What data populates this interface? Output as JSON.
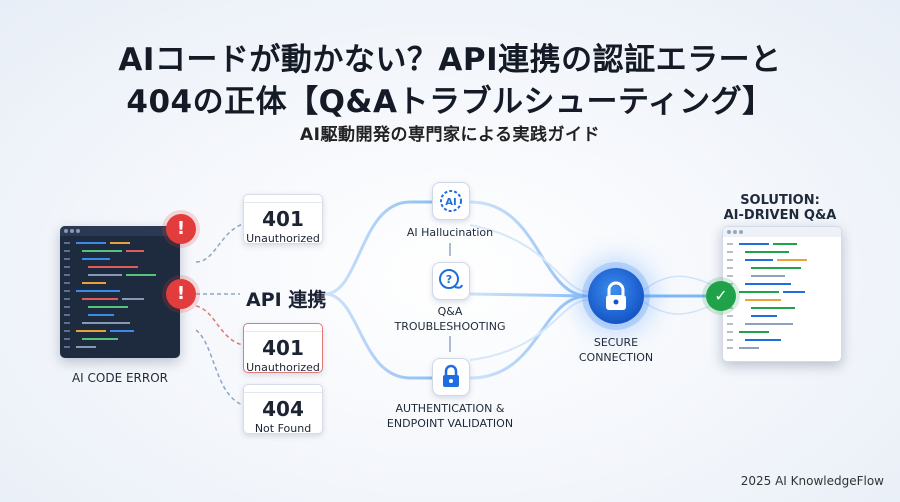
{
  "title_line1": "AIコードが動かない？API連携の認証エラーと",
  "title_line2": "404の正体【Q&Aトラブルシューティング】",
  "subtitle": "AI駆動開発の専門家による実践ガイド",
  "left_editor_label": "AI CODE ERROR",
  "error_cards": [
    {
      "code": "401",
      "message": "Unauthorized"
    },
    {
      "code": "401",
      "message": "Unauthorized"
    },
    {
      "code": "404",
      "message": "Not Found"
    }
  ],
  "center_label": "API 連携",
  "steps": [
    {
      "icon": "ai-chip-icon",
      "icon_text": "AI",
      "label": "AI Hallucination"
    },
    {
      "icon": "qa-chat-icon",
      "label_line1": "Q&A",
      "label_line2": "TROUBLESHOOTING"
    },
    {
      "icon": "lock-icon",
      "label_line1": "AUTHENTICATION &",
      "label_line2": "ENDPOINT VALIDATION"
    }
  ],
  "secure_line1": "SECURE",
  "secure_line2": "CONNECTION",
  "solution_line1": "SOLUTION:",
  "solution_line2": "AI-DRIVEN Q&A",
  "footer": "2025 AI KnowledgeFlow",
  "colors": {
    "error": "#e23c3c",
    "success": "#1fa24a",
    "accent": "#1f6ee0",
    "editor_dark": "#1e2a3d"
  }
}
